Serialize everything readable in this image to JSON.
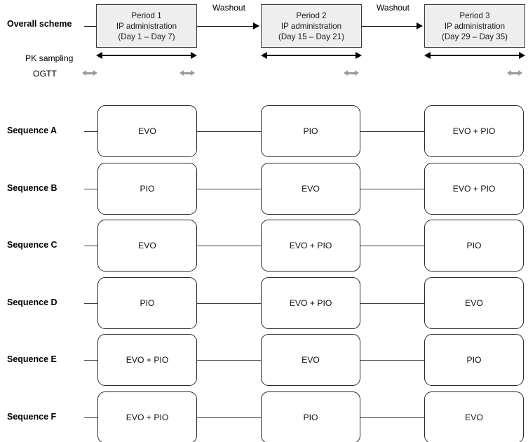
{
  "overall": {
    "label": "Overall scheme",
    "periods": [
      {
        "name": "Period 1",
        "administration": "IP administration",
        "days": "(Day 1 – Day 7)"
      },
      {
        "name": "Period 2",
        "administration": "IP administration",
        "days": "(Day 15 – Day 21)"
      },
      {
        "name": "Period 3",
        "administration": "IP administration",
        "days": "(Day 29 – Day 35)"
      }
    ],
    "transitions": [
      {
        "label": "Washout"
      },
      {
        "label": "Washout"
      }
    ]
  },
  "assessments": {
    "pk_label": "PK sampling",
    "ogtt_label": "OGTT",
    "pk_windows": [
      {
        "period": "Period 1"
      },
      {
        "period": "Period 2"
      },
      {
        "period": "Period 3"
      }
    ],
    "ogtt_marks": [
      {
        "period": "Period 1",
        "position": "start"
      },
      {
        "period": "Period 1",
        "position": "end"
      },
      {
        "period": "Period 2",
        "position": "end"
      },
      {
        "period": "Period 3",
        "position": "end"
      }
    ]
  },
  "sequences": [
    {
      "label": "Sequence A",
      "treatments": [
        "EVO",
        "PIO",
        "EVO + PIO"
      ]
    },
    {
      "label": "Sequence B",
      "treatments": [
        "PIO",
        "EVO",
        "EVO + PIO"
      ]
    },
    {
      "label": "Sequence C",
      "treatments": [
        "EVO",
        "EVO + PIO",
        "PIO"
      ]
    },
    {
      "label": "Sequence D",
      "treatments": [
        "PIO",
        "EVO + PIO",
        "EVO"
      ]
    },
    {
      "label": "Sequence E",
      "treatments": [
        "EVO + PIO",
        "EVO",
        "PIO"
      ]
    },
    {
      "label": "Sequence F",
      "treatments": [
        "EVO + PIO",
        "PIO",
        "EVO"
      ]
    }
  ],
  "colors": {
    "period_fill": "#eeeeee",
    "period_border": "#3a3a3a",
    "sequence_border": "#2b2b2b",
    "sequence_fill": "#ffffff",
    "arrow": "#000000",
    "ogtt_marker": "#9a9a9a"
  }
}
